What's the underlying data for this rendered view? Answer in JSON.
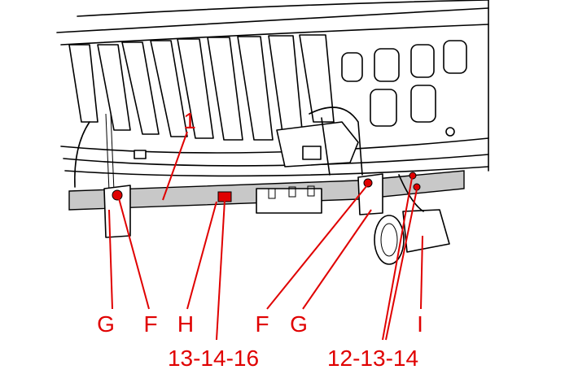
{
  "labels": {
    "part_1": "1",
    "g_left": "G",
    "f_left": "F",
    "h": "H",
    "f_right": "F",
    "g_right": "G",
    "i": "I",
    "fasteners_left": "13-14-16",
    "fasteners_right": "12-13-14"
  },
  "colors": {
    "label": "#e00000",
    "bar": "#c8c8c8"
  }
}
